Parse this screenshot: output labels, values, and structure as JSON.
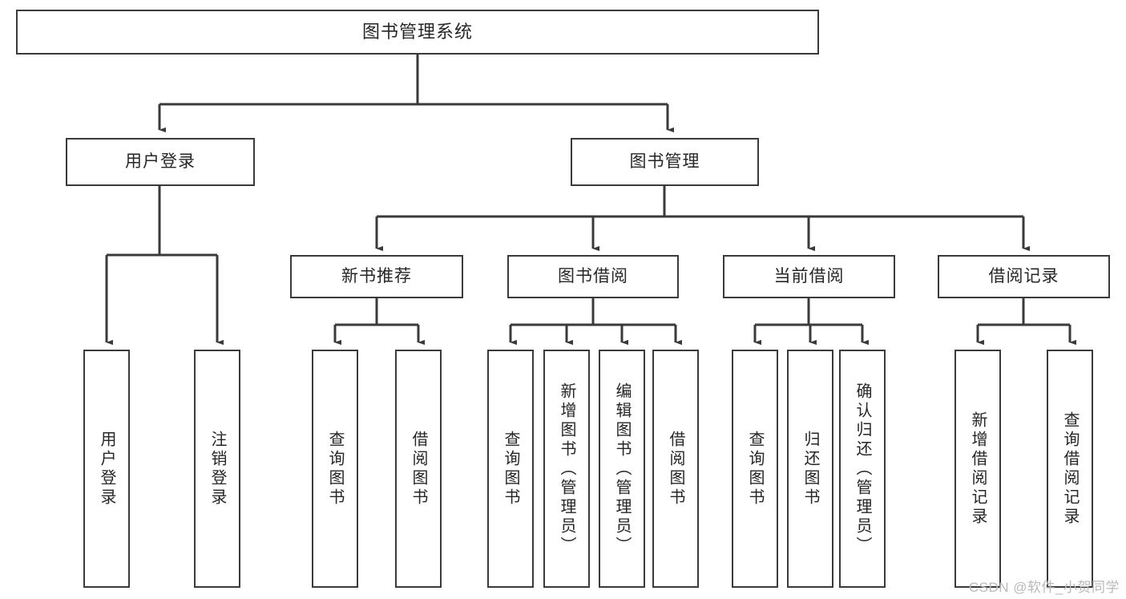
{
  "diagram": {
    "title": "图书管理系统",
    "watermark": "CSDN @软件_小贺同学",
    "line_color": "#3a3a3a",
    "text_color": "#262626",
    "background": "#ffffff",
    "nodes": {
      "root": {
        "label": "图书管理系统"
      },
      "level1": [
        {
          "id": "user-login",
          "label": "用户登录"
        },
        {
          "id": "book-manage",
          "label": "图书管理"
        }
      ],
      "level2": [
        {
          "id": "new-book-recommend",
          "label": "新书推荐"
        },
        {
          "id": "book-borrow",
          "label": "图书借阅"
        },
        {
          "id": "current-borrow",
          "label": "当前借阅"
        },
        {
          "id": "borrow-record",
          "label": "借阅记录"
        }
      ],
      "leaves": {
        "user-login": [
          {
            "id": "leaf-user-login",
            "label": "用户登录"
          },
          {
            "id": "leaf-logout-login",
            "label": "注销登录"
          }
        ],
        "new-book-recommend": [
          {
            "id": "leaf-query-book-1",
            "label": "查询图书"
          },
          {
            "id": "leaf-borrow-book-1",
            "label": "借阅图书"
          }
        ],
        "book-borrow": [
          {
            "id": "leaf-query-book-2",
            "label": "查询图书"
          },
          {
            "id": "leaf-add-book-admin",
            "label": "新增图书（管理员）"
          },
          {
            "id": "leaf-edit-book-admin",
            "label": "编辑图书（管理员）"
          },
          {
            "id": "leaf-borrow-book-2",
            "label": "借阅图书"
          }
        ],
        "current-borrow": [
          {
            "id": "leaf-query-book-3",
            "label": "查询图书"
          },
          {
            "id": "leaf-return-book",
            "label": "归还图书"
          },
          {
            "id": "leaf-confirm-return-admin",
            "label": "确认归还（管理员）"
          }
        ],
        "borrow-record": [
          {
            "id": "leaf-add-borrow-record",
            "label": "新增借阅记录"
          },
          {
            "id": "leaf-query-borrow-record",
            "label": "查询借阅记录"
          }
        ]
      }
    }
  }
}
